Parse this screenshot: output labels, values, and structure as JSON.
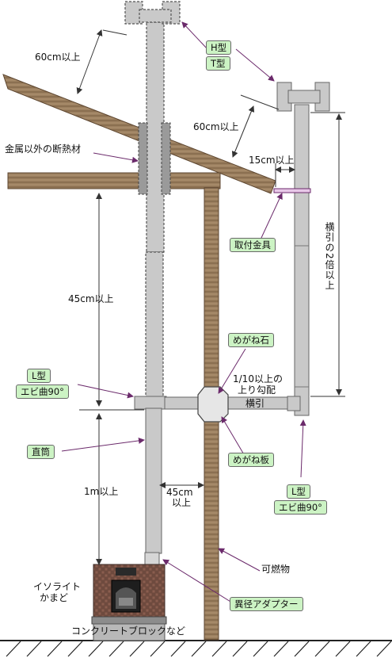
{
  "colors": {
    "pipe": "#c9c9c9",
    "pipe_stroke": "#777777",
    "wood": "#9c8060",
    "wood_stroke": "#5d4630",
    "label_bg": "#ccf3c4",
    "leader": "#6b2a6b",
    "dimension": "#333333",
    "ground_hatch": "#222222",
    "firebrick": "#6e4a3e"
  },
  "labels": {
    "h_type": "H型",
    "t_type": "T型",
    "dim_60_left": "60cm以上",
    "dim_60_right": "60cm以上",
    "dim_15": "15cm以上",
    "insulation": "金属以外の断熱材",
    "bracket": "取付金具",
    "dim_45_vertical": "45cm以上",
    "dim_horizontal_twice": "横引の2倍以上",
    "megane_stone": "めがね石",
    "slope_line1": "1/10以上の",
    "slope_line2": "上り勾配",
    "yokobiki": "横引",
    "l_type_left": "L型",
    "ebi_left": "エビ曲90°",
    "straight_pipe": "直筒",
    "megane_plate": "めがね板",
    "l_type_right": "L型",
    "ebi_right": "エビ曲90°",
    "dim_1m": "1m以上",
    "dim_45_h_line1": "45cm",
    "dim_45_h_line2": "以上",
    "combustible": "可燃物",
    "stove_line1": "イソライト",
    "stove_line2": "かまど",
    "reducer": "異径アダプター",
    "base": "コンクリートブロックなど"
  }
}
